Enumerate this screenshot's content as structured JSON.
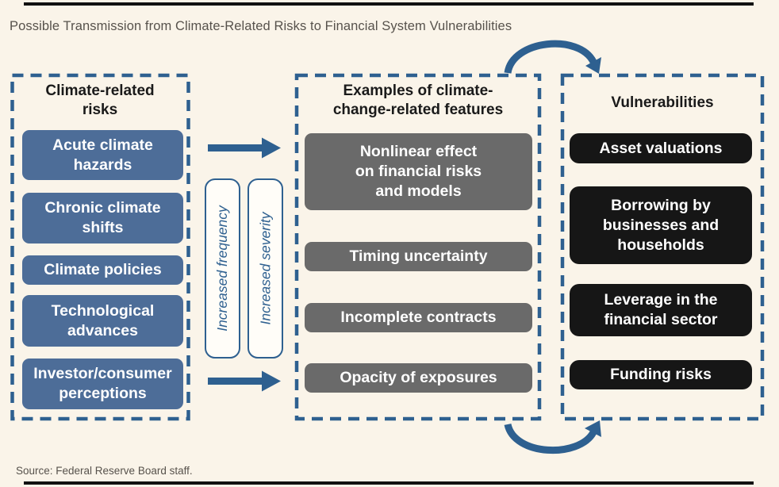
{
  "title": "Possible Transmission from Climate-Related Risks to Financial System Vulnerabilities",
  "source": "Source: Federal Reserve Board staff.",
  "colors": {
    "background": "#faf4e9",
    "accent_blue": "#2e6090",
    "risk_box_blue": "#4d6d98",
    "feature_box_gray": "#6a6a6a",
    "vulnerability_box_black": "#161616",
    "rule_black": "#111111"
  },
  "icons": {
    "straight_arrow": "right-arrow",
    "top_feedback": "curved-arrow-right",
    "bottom_feedback": "curved-arrow-right"
  },
  "columns": {
    "risks": {
      "header": [
        "Climate-related",
        "risks"
      ],
      "items": [
        {
          "label": [
            "Acute climate",
            "hazards"
          ]
        },
        {
          "label": [
            "Chronic climate",
            "shifts"
          ]
        },
        {
          "label": [
            "Climate policies"
          ]
        },
        {
          "label": [
            "Technological",
            "advances"
          ]
        },
        {
          "label": [
            "Investor/consumer",
            "perceptions"
          ]
        }
      ]
    },
    "features": {
      "header": [
        "Examples of climate-",
        "change-related features"
      ],
      "items": [
        {
          "label": [
            "Nonlinear effect",
            "on financial risks",
            "and models"
          ]
        },
        {
          "label": [
            "Timing uncertainty"
          ]
        },
        {
          "label": [
            "Incomplete contracts"
          ]
        },
        {
          "label": [
            "Opacity of exposures"
          ]
        }
      ]
    },
    "vulnerabilities": {
      "header": [
        "Vulnerabilities"
      ],
      "items": [
        {
          "label": [
            "Asset valuations"
          ]
        },
        {
          "label": [
            "Borrowing by",
            "businesses and",
            "households"
          ]
        },
        {
          "label": [
            "Leverage in the",
            "financial sector"
          ]
        },
        {
          "label": [
            "Funding risks"
          ]
        }
      ]
    }
  },
  "connectors": {
    "frequency_label": "Increased frequency",
    "severity_label": "Increased severity"
  }
}
